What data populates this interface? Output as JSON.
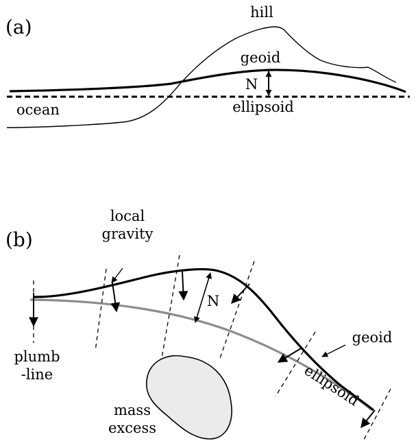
{
  "panel_a": {
    "tag": "(a)",
    "labels": {
      "hill": "hill",
      "geoid": "geoid",
      "n": "N",
      "ocean": "ocean",
      "ellipsoid": "ellipsoid"
    }
  },
  "panel_b": {
    "tag": "(b)",
    "labels": {
      "local_gravity_1": "local",
      "local_gravity_2": "gravity",
      "n": "N",
      "geoid": "geoid",
      "ellipsoid": "ellipsoid",
      "plumb_line_1": "plumb",
      "plumb_line_2": "-line",
      "mass_excess_1": "mass",
      "mass_excess_2": "excess"
    }
  },
  "colors": {
    "ink": "#000000",
    "ellipsoid_b": "#8c8c8c",
    "mass_fill": "#ebebeb"
  }
}
